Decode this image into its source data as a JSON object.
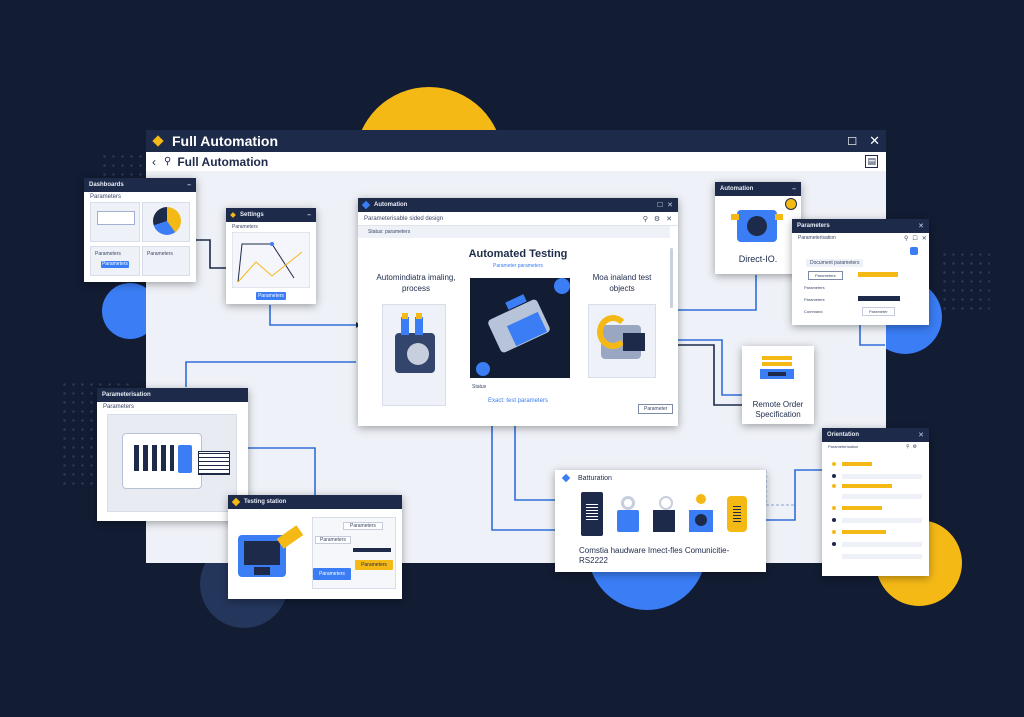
{
  "app": {
    "title": "Full Automation",
    "nav_title": "Full Automation"
  },
  "panels": {
    "top_left": {
      "header": "Dashboards",
      "title": "Parameters",
      "label_a": "Parameters",
      "label_b": "Parameters",
      "button": "Parameters"
    },
    "graph": {
      "header": "Settings",
      "title": "Parameters",
      "button": "Parameters"
    },
    "mid_left": {
      "header": "Parameterisation",
      "title": "Parameters"
    },
    "testing_station": {
      "header": "Testing station",
      "row_a": "Parameters",
      "row_b": "Parameters",
      "button_a": "Parameters",
      "button_b": "Parameters"
    },
    "center": {
      "header": "Automation",
      "subheader": "Parameterisable sided design",
      "info": "Status: parameters",
      "heading": "Automated Testing",
      "subheading": "Parameter parameters",
      "left_caption": "Automindiatra imaling, process",
      "right_caption": "Moa inaland test objects",
      "small_label": "Status",
      "link_text": "Exact: test parameters",
      "button": "Parameter"
    },
    "direct_io": {
      "header": "Automation",
      "caption": "Direct-IO."
    },
    "right_settings": {
      "header": "Parameters",
      "title": "Parameterisation",
      "label": "Document parameters",
      "button_a": "Parameters",
      "row_a": "Parameters",
      "row_b": "Parameters",
      "row_c": "Command",
      "button_b": "Parameter"
    },
    "remote_order": {
      "caption": "Remote Order Specification"
    },
    "bottom_center": {
      "header": "Batturation",
      "caption": "Comstia haudware Imect-fles Comunicitie- RS2222"
    },
    "bottom_right": {
      "header": "Orientation",
      "title": "Parameterisation"
    }
  },
  "colors": {
    "bg": "#121c33",
    "navy": "#1d2a4a",
    "accent_yellow": "#f5b916",
    "accent_blue": "#3a7df5"
  },
  "icons": [
    "back-arrow-icon",
    "search-icon",
    "maximize-icon",
    "close-icon",
    "print-icon"
  ]
}
